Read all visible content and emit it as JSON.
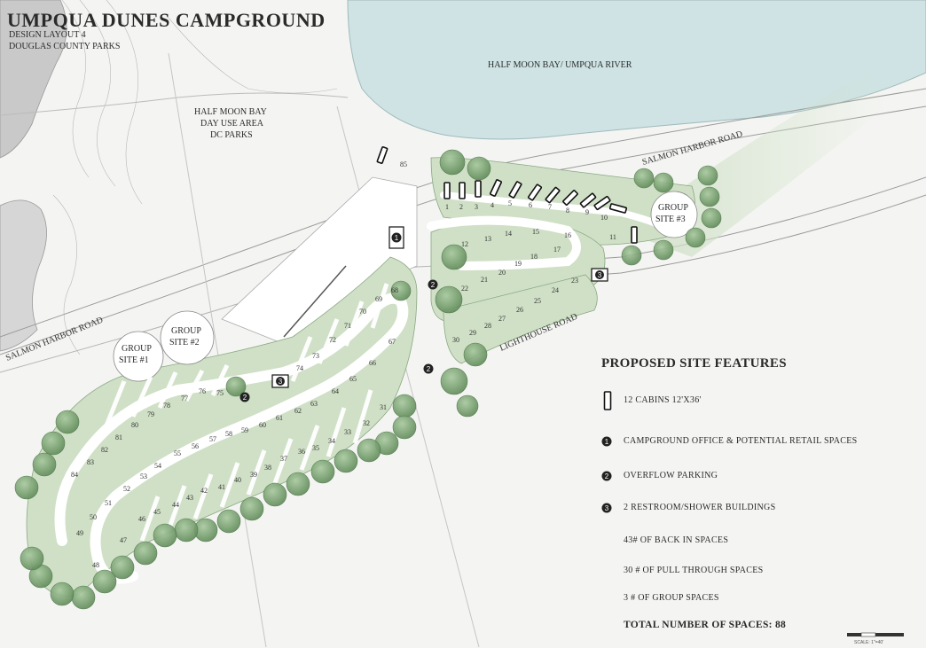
{
  "header": {
    "title": "UMPQUA DUNES CAMPGROUND",
    "subtitle_line1": "DESIGN LAYOUT 4",
    "subtitle_line2": "DOUGLAS COUNTY PARKS"
  },
  "map_labels": {
    "bay": "HALF MOON BAY/ UMPQUA RIVER",
    "day_use_1": "HALF MOON BAY",
    "day_use_2": "DAY USE AREA",
    "day_use_3": "DC PARKS",
    "salmon_harbor_road_east": "SALMON HARBOR ROAD",
    "salmon_harbor_road_west": "SALMON HARBOR ROAD",
    "lighthouse_road": "LIGHTHOUSE ROAD",
    "group_site_1_a": "GROUP",
    "group_site_1_b": "SITE #1",
    "group_site_2_a": "GROUP",
    "group_site_2_b": "SITE #2",
    "group_site_3_a": "GROUP",
    "group_site_3_b": "SITE #3",
    "scale_note": "SCALE: 1\"=40'"
  },
  "markers": {
    "office": "1",
    "overflow": "2",
    "restroom": "3"
  },
  "site_numbers": [
    "1",
    "2",
    "3",
    "4",
    "5",
    "6",
    "7",
    "8",
    "9",
    "10",
    "11",
    "12",
    "13",
    "14",
    "15",
    "16",
    "17",
    "18",
    "19",
    "20",
    "21",
    "22",
    "23",
    "24",
    "25",
    "26",
    "27",
    "28",
    "29",
    "30",
    "31",
    "32",
    "33",
    "34",
    "35",
    "36",
    "37",
    "38",
    "39",
    "40",
    "41",
    "42",
    "43",
    "44",
    "45",
    "46",
    "47",
    "48",
    "49",
    "50",
    "51",
    "52",
    "53",
    "54",
    "55",
    "56",
    "57",
    "58",
    "59",
    "60",
    "61",
    "62",
    "63",
    "64",
    "65",
    "66",
    "67",
    "68",
    "69",
    "70",
    "71",
    "72",
    "73",
    "74",
    "75",
    "76",
    "77",
    "78",
    "79",
    "80",
    "81",
    "82",
    "83",
    "84",
    "85"
  ],
  "legend": {
    "title": "PROPOSED SITE FEATURES",
    "cabins": "12 CABINS 12'X36'",
    "office": "CAMPGROUND OFFICE & POTENTIAL RETAIL SPACES",
    "overflow": "OVERFLOW PARKING",
    "restroom": "2 RESTROOM/SHOWER BUILDINGS",
    "back_in": "43# OF BACK IN SPACES",
    "pull_through": "30 # OF PULL THROUGH SPACES",
    "group": "3 # OF GROUP SPACES",
    "total": "TOTAL NUMBER OF SPACES: 88"
  },
  "colors": {
    "water": "#cfe3e4",
    "site_green": "#cfe0c6",
    "tree_green": "#8fb585",
    "tree_dark": "#5f8a58",
    "road": "#ffffff",
    "ink": "#2a2a2a",
    "hill_gray": "#c9c9c9"
  }
}
